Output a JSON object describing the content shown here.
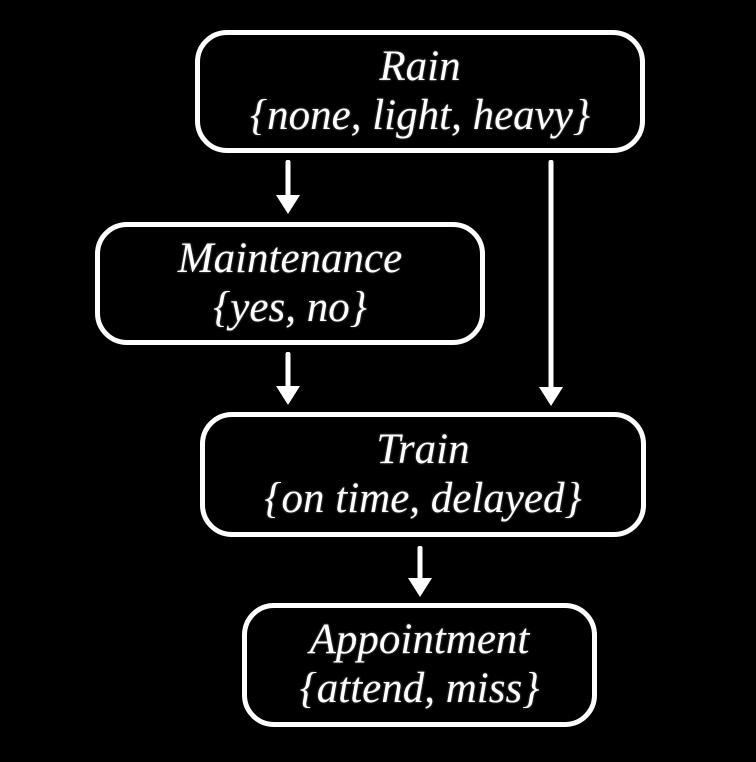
{
  "diagram": {
    "background_color": "#000000",
    "node_border_color": "#ffffff",
    "text_color": "#ffffff",
    "nodes": [
      {
        "id": "rain",
        "label": "Rain",
        "domain": "{none, light, heavy}"
      },
      {
        "id": "maintenance",
        "label": "Maintenance",
        "domain": "{yes, no}"
      },
      {
        "id": "train",
        "label": "Train",
        "domain": "{on time, delayed}"
      },
      {
        "id": "appointment",
        "label": "Appointment",
        "domain": "{attend, miss}"
      }
    ],
    "edges": [
      {
        "from": "rain",
        "to": "maintenance"
      },
      {
        "from": "rain",
        "to": "train"
      },
      {
        "from": "maintenance",
        "to": "train"
      },
      {
        "from": "train",
        "to": "appointment"
      }
    ]
  }
}
